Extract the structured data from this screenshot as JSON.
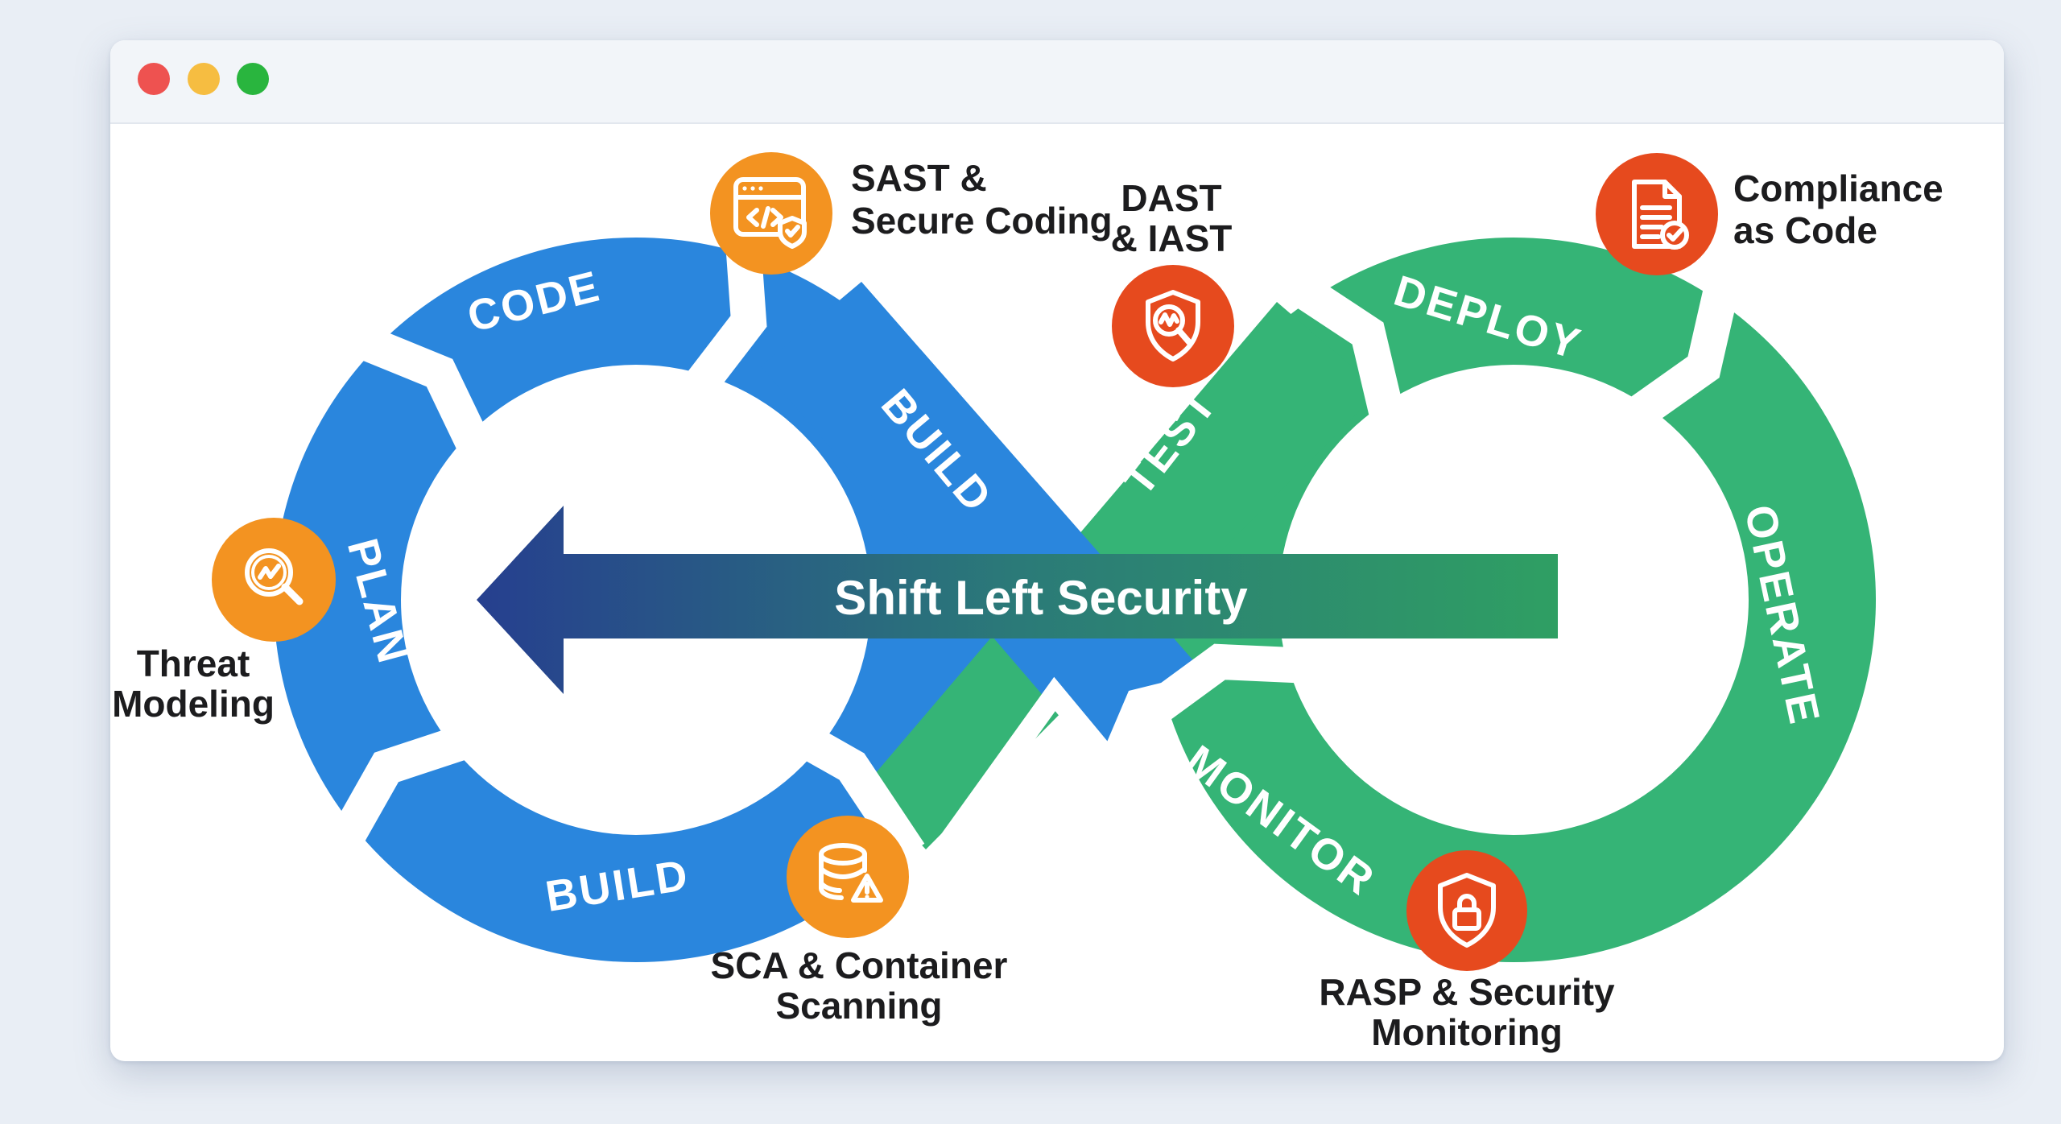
{
  "window": {
    "controls": [
      {
        "name": "close",
        "color": "#ee5250"
      },
      {
        "name": "minimize",
        "color": "#f6bd41"
      },
      {
        "name": "zoom",
        "color": "#29b53e"
      }
    ]
  },
  "diagram": {
    "stages": {
      "plan": "PLAN",
      "code": "CODE",
      "build_upper": "BUILD",
      "build_lower": "BUILD",
      "test": "TEST",
      "deploy": "DEPLOY",
      "operate": "OPERATE",
      "monitor": "MONITOR"
    },
    "arrow_label": "Shift Left Security",
    "callouts": {
      "sast": {
        "line1": "SAST &",
        "line2": "Secure Coding",
        "icon": "code-window-shield-icon"
      },
      "dast": {
        "line1": "DAST",
        "line2": "& IAST",
        "icon": "shield-magnifier-icon"
      },
      "compliance": {
        "line1": "Compliance",
        "line2": "as Code",
        "icon": "document-check-icon"
      },
      "threat": {
        "line1": "Threat",
        "line2": "Modeling",
        "icon": "magnifier-trend-icon"
      },
      "sca": {
        "line1": "SCA & Container",
        "line2": "Scanning",
        "icon": "database-warning-icon"
      },
      "rasp": {
        "line1": "RASP & Security",
        "line2": "Monitoring",
        "icon": "shield-lock-icon"
      }
    },
    "colors": {
      "loop_blue": "#2a86dd",
      "loop_green": "#35b476",
      "badge_orange": "#f39321",
      "badge_red": "#e64a1e",
      "arrow_start": "#263f8f",
      "arrow_mid": "#2b7a78",
      "arrow_end": "#2f9f63",
      "text_dark": "#1c1c1e",
      "page_background": "#e9eef5",
      "card_background": "#ffffff"
    }
  }
}
